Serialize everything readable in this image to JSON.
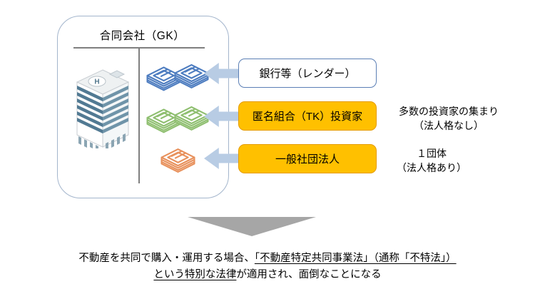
{
  "gk": {
    "title": "合同会社（GK）",
    "helipad_letter": "H"
  },
  "entities": [
    {
      "label": "銀行等（レンダー）"
    },
    {
      "label": "匿名組合（TK）投資家",
      "note": [
        "多数の投資家の集まり",
        "（法人格なし）"
      ]
    },
    {
      "label": "一般社団法人",
      "note": [
        "１団体",
        "（法人格あり）"
      ]
    }
  ],
  "conclusion": {
    "line1_normal": "不動産を共同で購入・運用する場合、",
    "line1_underline": "「不動産特定共同事業法」（通称「不特法」）",
    "line2_underline": "という特別な法律",
    "line2_normal": "が適用され、面倒なことになる"
  },
  "icons": {
    "building": "isometric-office-building-with-helipad",
    "money_blue": "banknote-stacks-loan",
    "money_green": "banknote-stacks-investment",
    "money_orange": "banknote-stack-association",
    "arrow": "left-arrow"
  },
  "colors": {
    "container_border": "#A3B5CC",
    "line_gray": "#7F7F7F",
    "arrow_blue": "#B8CCE4",
    "box_blue_border": "#5B7FB5",
    "gold": "#FFC000",
    "gold_border": "#E59B00",
    "money_blue": "#4E7DC0",
    "money_green": "#8FBF70",
    "money_orange": "#E8915C",
    "triangle_gray": "#A6A6A6",
    "building_dark": "#527A93",
    "building_light": "#6F94A9"
  }
}
